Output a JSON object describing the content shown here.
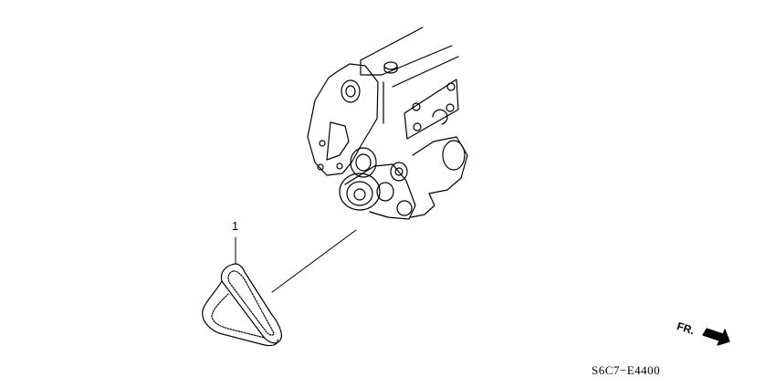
{
  "diagram": {
    "type": "exploded-parts-view",
    "subject": "engine front with accessory drive belt",
    "callouts": [
      {
        "number": "1",
        "part": "drive belt"
      }
    ],
    "direction_indicator": {
      "label": "FR.",
      "meaning": "front arrow"
    },
    "diagram_code": "S6C7−E4400",
    "colors": {
      "line": "#000000",
      "background": "#ffffff"
    }
  }
}
